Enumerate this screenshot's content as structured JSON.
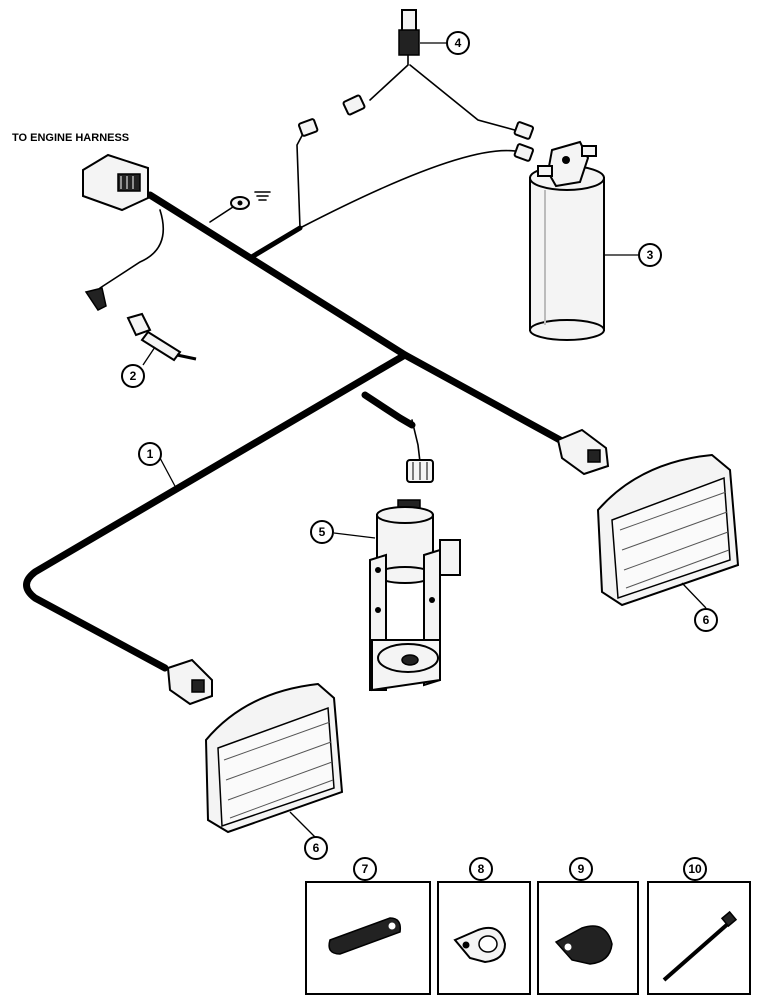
{
  "header": {
    "label": "TO ENGINE HARNESS"
  },
  "callouts": [
    {
      "id": "c1",
      "text": "1"
    },
    {
      "id": "c2",
      "text": "2"
    },
    {
      "id": "c3",
      "text": "3"
    },
    {
      "id": "c4",
      "text": "4"
    },
    {
      "id": "c5",
      "text": "5"
    },
    {
      "id": "c6a",
      "text": "6"
    },
    {
      "id": "c6b",
      "text": "6"
    },
    {
      "id": "c7",
      "text": "7"
    },
    {
      "id": "c8",
      "text": "8"
    },
    {
      "id": "c9",
      "text": "9"
    },
    {
      "id": "c10",
      "text": "10"
    }
  ]
}
